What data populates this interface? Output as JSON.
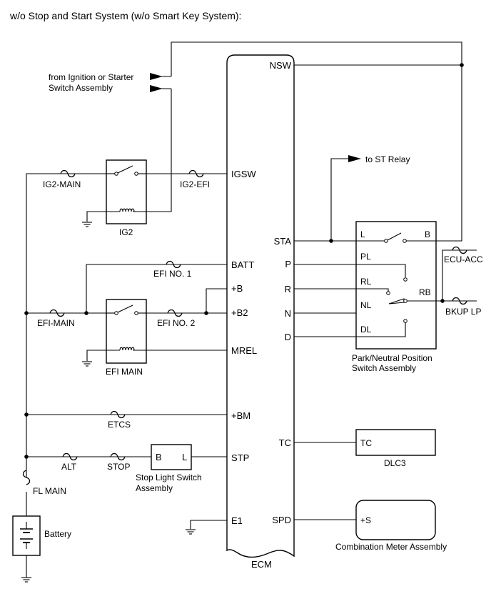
{
  "title": "w/o Stop and Start System (w/o Smart Key System):",
  "ecm": {
    "label": "ECM",
    "left_pins": [
      "IGSW",
      "BATT",
      "+B",
      "+B2",
      "MREL",
      "+BM",
      "STP",
      "E1"
    ],
    "right_pins": [
      "NSW",
      "STA",
      "P",
      "R",
      "N",
      "D",
      "TC",
      "SPD"
    ]
  },
  "signal_source": [
    "from Ignition or Starter",
    "Switch Assembly"
  ],
  "to_st_relay": "to ST Relay",
  "relays": {
    "ig2": "IG2",
    "efi_main": "EFI MAIN"
  },
  "fuses": {
    "ig2_main": "IG2-MAIN",
    "ig2_efi": "IG2-EFI",
    "efi_no1": "EFI NO. 1",
    "efi_main": "EFI-MAIN",
    "efi_no2": "EFI NO. 2",
    "etcs": "ETCS",
    "alt": "ALT",
    "stop": "STOP",
    "fl_main": "FL MAIN",
    "ecu_acc": "ECU-ACC",
    "bkup_lp": "BKUP LP"
  },
  "stop_light_switch": {
    "pin_b": "B",
    "pin_l": "L",
    "label": [
      "Stop Light Switch",
      "Assembly"
    ]
  },
  "park_neutral_switch": {
    "pins": [
      "L",
      "B",
      "PL",
      "RL",
      "NL",
      "DL",
      "RB"
    ],
    "label": [
      "Park/Neutral Position",
      "Switch Assembly"
    ]
  },
  "dlc3": {
    "pin": "TC",
    "label": "DLC3"
  },
  "combination_meter": {
    "pin": "+S",
    "label": "Combination Meter Assembly"
  },
  "battery": "Battery"
}
